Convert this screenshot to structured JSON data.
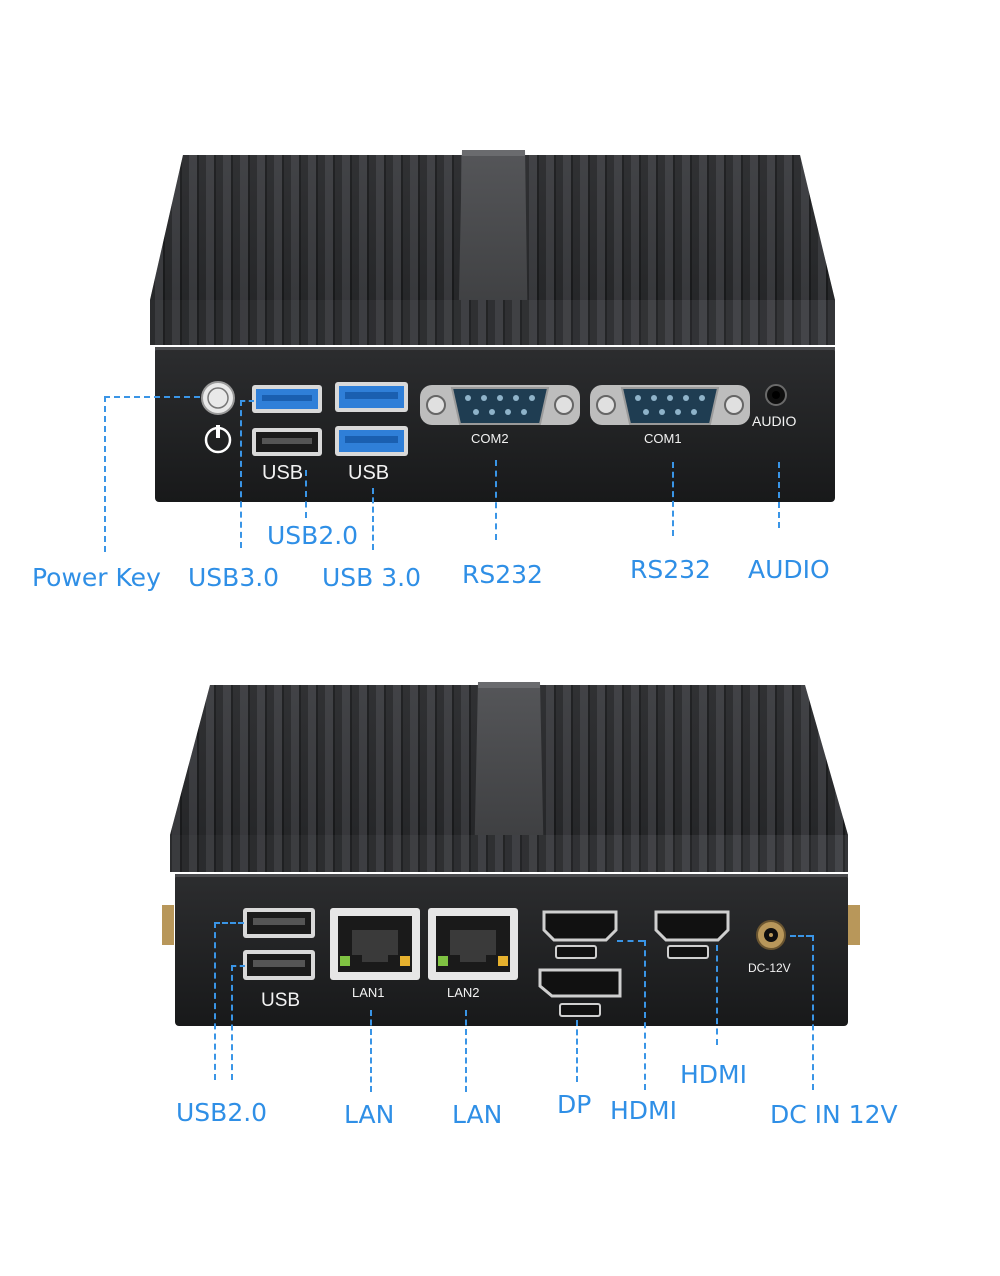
{
  "top_unit": {
    "ports": {
      "usb_a": "USB",
      "usb_b": "USB",
      "com2": "COM2",
      "com1": "COM1",
      "audio": "AUDIO"
    },
    "callouts": {
      "power_key": "Power Key",
      "usb30_a": "USB3.0",
      "usb20": "USB2.0",
      "usb30_b": "USB 3.0",
      "rs232_a": "RS232",
      "rs232_b": "RS232",
      "audio": "AUDIO"
    }
  },
  "bottom_unit": {
    "ports": {
      "usb": "USB",
      "lan1": "LAN1",
      "lan2": "LAN2",
      "dc": "DC-12V"
    },
    "callouts": {
      "usb20": "USB2.0",
      "lan_a": "LAN",
      "lan_b": "LAN",
      "dp": "DP",
      "hdmi_a": "HDMI",
      "hdmi_b": "HDMI",
      "dc_in": "DC IN 12V"
    }
  },
  "colors": {
    "callout_blue": "#2f8fe6",
    "chassis": "#2b2c2e",
    "usb3_port": "#2f7fd8"
  }
}
